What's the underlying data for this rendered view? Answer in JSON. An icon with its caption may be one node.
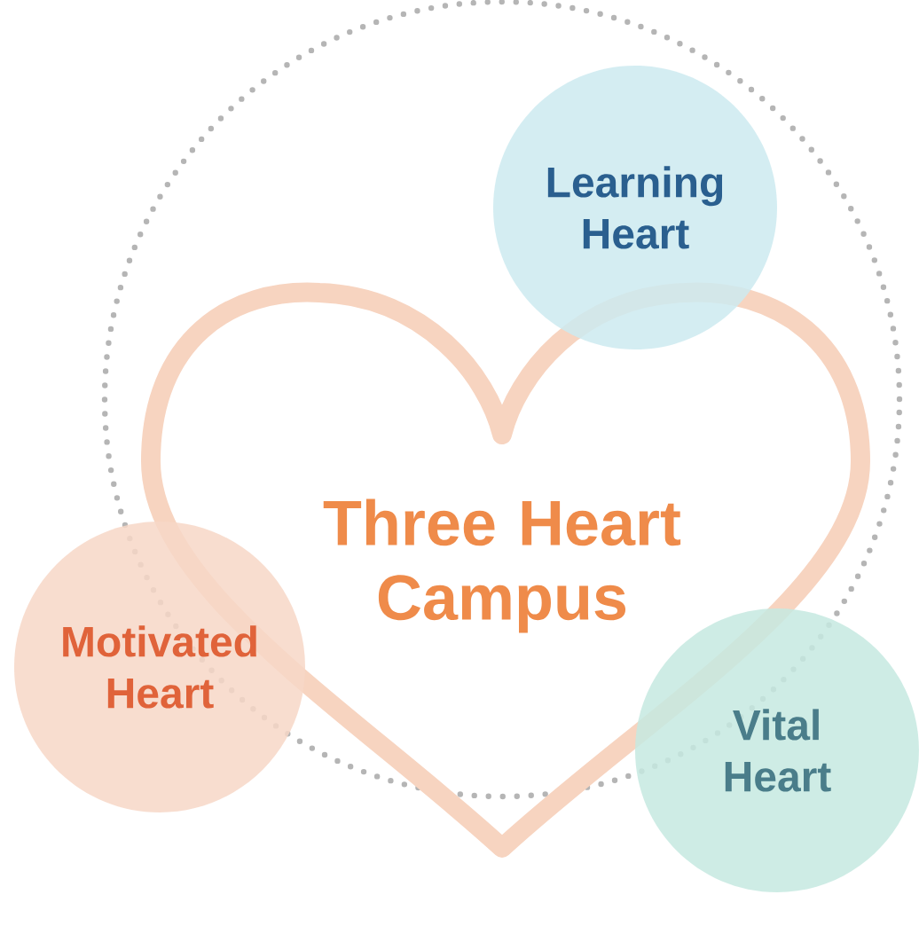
{
  "diagram": {
    "nodes": [
      {
        "text": [
          "Three Heart Campus"
        ]
      },
      {
        "text": [
          "Learning Heart"
        ]
      },
      {
        "text": [
          "Motivated Heart"
        ]
      },
      {
        "text": [
          "Vital Heart"
        ]
      }
    ]
  }
}
